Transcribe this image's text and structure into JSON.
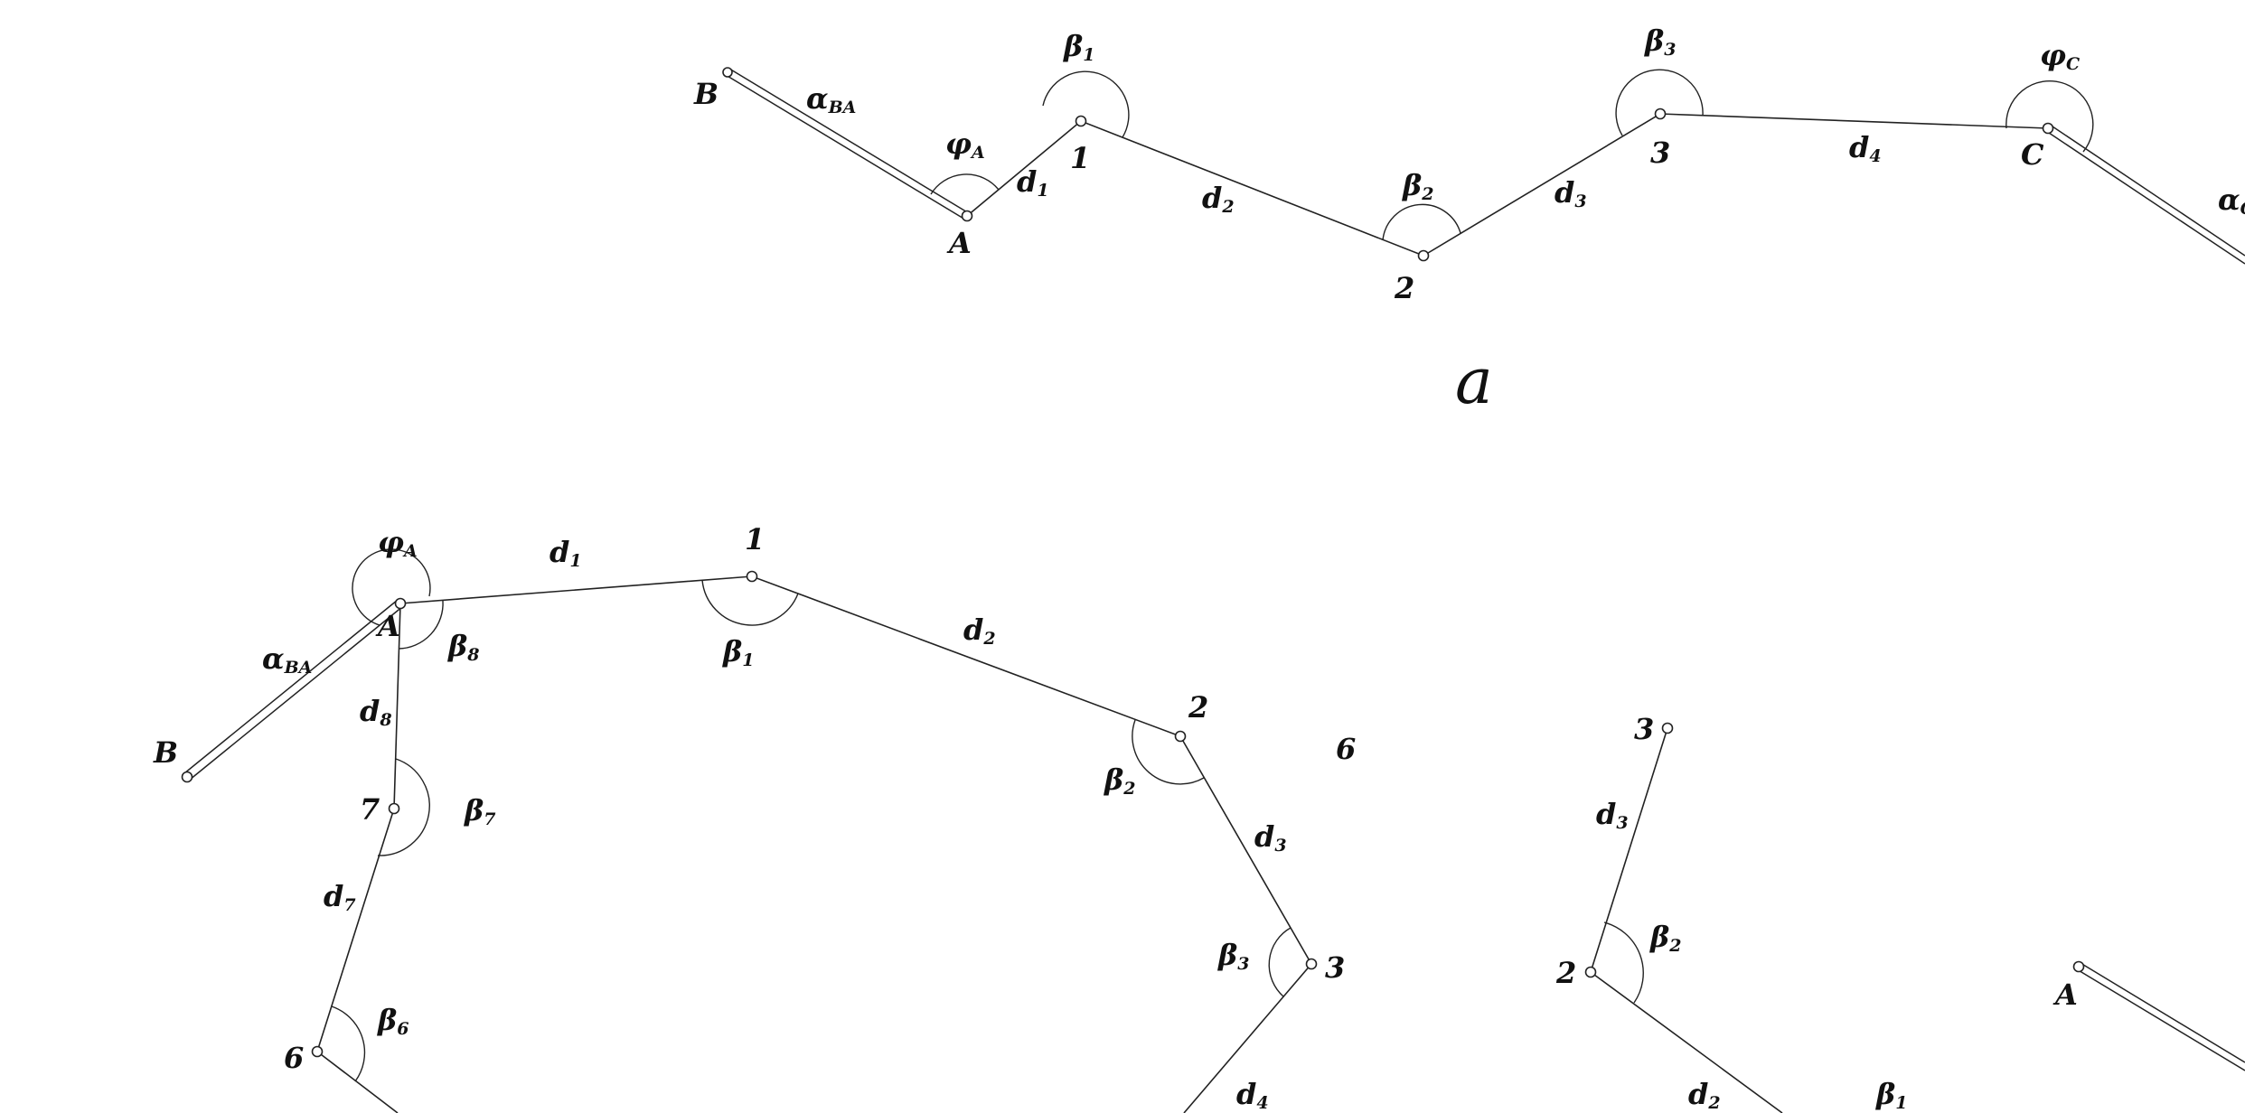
{
  "caption_a": "a",
  "fig_a": {
    "points": {
      "B": "B",
      "A": "A",
      "p1": "1",
      "p2": "2",
      "p3": "3",
      "C": "C"
    },
    "sides": {
      "d1": "d",
      "d2": "d",
      "d3": "d",
      "d4": "d"
    },
    "side_subs": {
      "d1": "1",
      "d2": "2",
      "d3": "3",
      "d4": "4"
    },
    "angles": {
      "phiA": "φ",
      "b1": "β",
      "b2": "β",
      "b3": "β",
      "phiC": "φ"
    },
    "angle_subs": {
      "phiA": "A",
      "b1": "1",
      "b2": "2",
      "b3": "3",
      "phiC": "C"
    },
    "azimuths": {
      "aBA": "α",
      "aC": "α"
    },
    "azimuth_subs": {
      "aBA": "BA",
      "aC": "C"
    }
  },
  "fig_b": {
    "points": {
      "B": "B",
      "A": "A",
      "p1": "1",
      "p2": "2",
      "p3": "3",
      "p6": "6",
      "p7": "7"
    },
    "sides": {
      "d1": "d",
      "d2": "d",
      "d3": "d",
      "d4": "d",
      "d7": "d",
      "d8": "d"
    },
    "side_subs": {
      "d1": "1",
      "d2": "2",
      "d3": "3",
      "d4": "4",
      "d7": "7",
      "d8": "8"
    },
    "angles": {
      "phiA": "φ",
      "b1": "β",
      "b2": "β",
      "b3": "β",
      "b6": "β",
      "b7": "β",
      "b8": "β"
    },
    "angle_subs": {
      "phiA": "A",
      "b1": "1",
      "b2": "2",
      "b3": "3",
      "b6": "6",
      "b7": "7",
      "b8": "8"
    },
    "azimuths": {
      "aBA": "α"
    },
    "azimuth_subs": {
      "aBA": "BA"
    },
    "caption": "6"
  },
  "fig_c": {
    "points": {
      "p3": "3",
      "p2": "2",
      "A": "A"
    },
    "sides": {
      "d3": "d",
      "d2": "d"
    },
    "side_subs": {
      "d3": "3",
      "d2": "2"
    },
    "angles": {
      "b2": "β",
      "b1": "β"
    },
    "angle_subs": {
      "b2": "2",
      "b1": "1"
    }
  }
}
